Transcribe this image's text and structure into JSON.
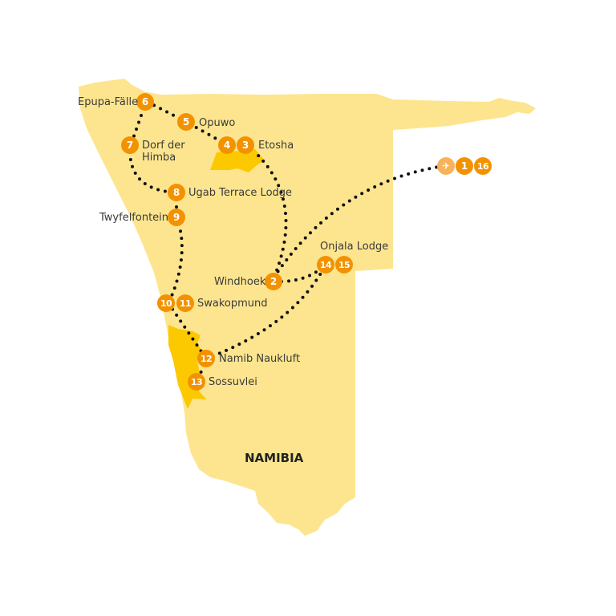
{
  "map": {
    "country_label": "NAMIBIA",
    "colors": {
      "land": "#fde58f",
      "park": "#fcc800",
      "marker": "#f39200",
      "airport_marker": "#f7b35c",
      "route": "#111111"
    },
    "stops": [
      {
        "number": "1",
        "label": ""
      },
      {
        "number": "2",
        "label": "Windhoek"
      },
      {
        "number": "3",
        "label": "Etosha"
      },
      {
        "number": "4",
        "label": ""
      },
      {
        "number": "5",
        "label": "Opuwo"
      },
      {
        "number": "6",
        "label": "Epupa-Fälle"
      },
      {
        "number": "7",
        "label": "Dorf der Himba"
      },
      {
        "number": "8",
        "label": "Ugab Terrace Lodge"
      },
      {
        "number": "9",
        "label": "Twyfelfontein"
      },
      {
        "number": "10",
        "label": ""
      },
      {
        "number": "11",
        "label": "Swakopmund"
      },
      {
        "number": "12",
        "label": "Namib Naukluft"
      },
      {
        "number": "13",
        "label": "Sossuvlei"
      },
      {
        "number": "14",
        "label": "Onjala Lodge"
      },
      {
        "number": "15",
        "label": ""
      },
      {
        "number": "16",
        "label": ""
      }
    ],
    "airport_icon": "airplane-icon"
  }
}
